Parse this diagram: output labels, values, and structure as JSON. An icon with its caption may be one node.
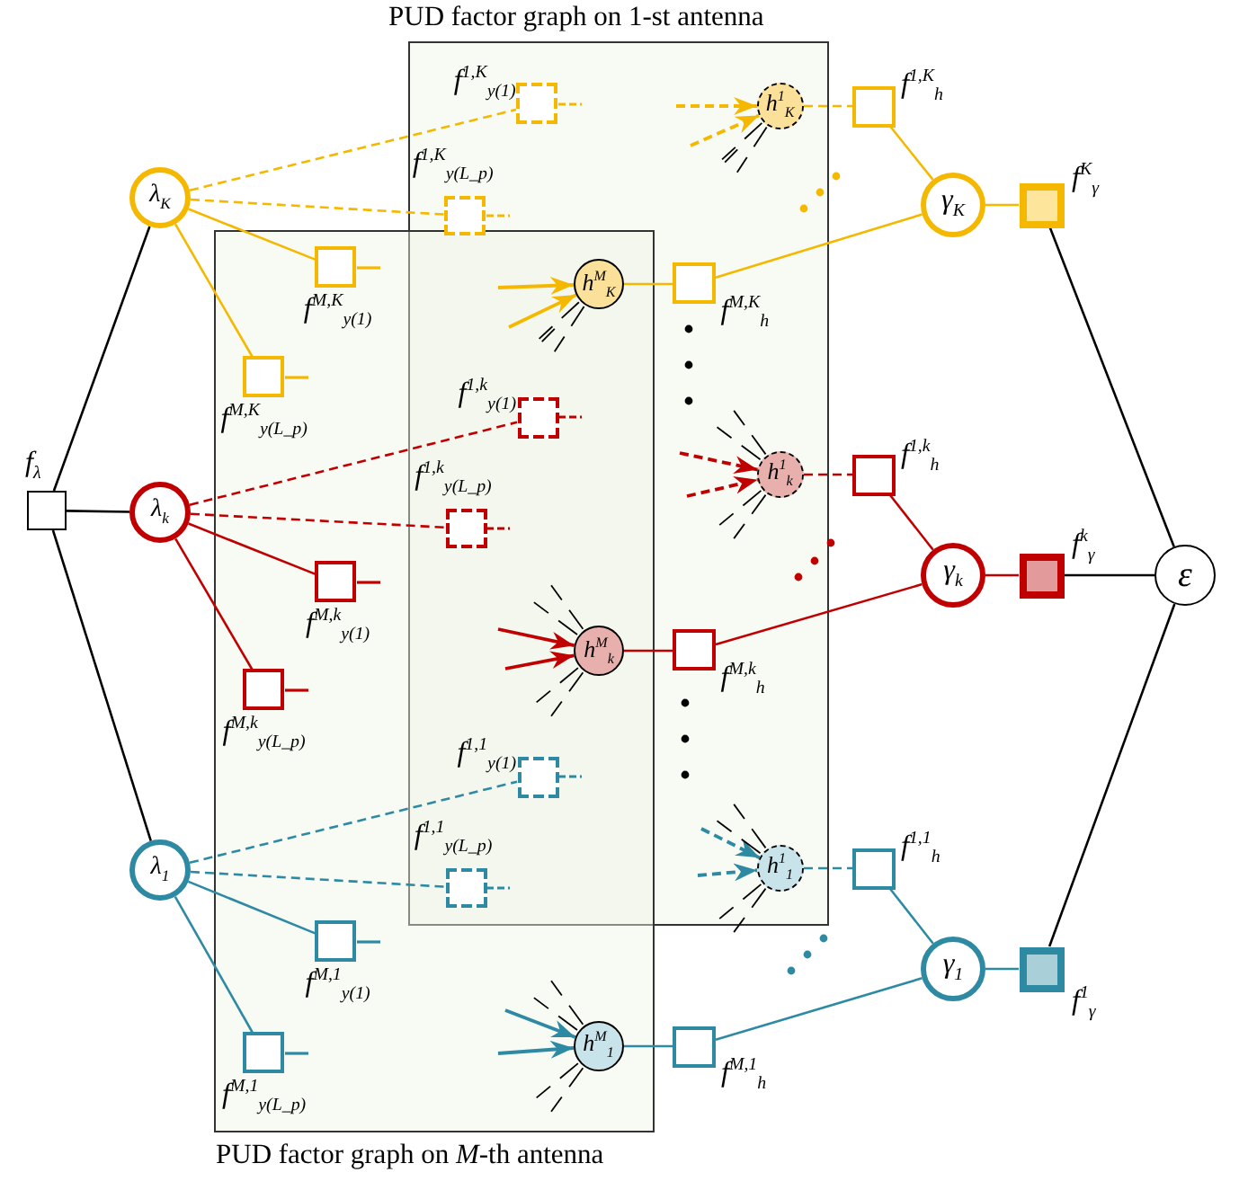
{
  "diagram": {
    "nodes": [
      {
        "text": [
          "PUD factor graph on 1-st antenna"
        ]
      },
      {
        "text": [
          "PUD factor graph on *M*-th antenna"
        ]
      },
      {
        "text": [],
        "shape": "box",
        "beside": [
          "*f*$_{λ}$"
        ]
      },
      {
        "text": [
          "*λ*$_{K}$"
        ]
      },
      {
        "text": [
          "*λ*$_{k}$"
        ]
      },
      {
        "text": [
          "*λ*$_{1}$"
        ]
      },
      {
        "text": [],
        "shape": "box",
        "beside": [
          "*f*$^{1,K}$$_{y(1)}$"
        ],
        "in": 0
      },
      {
        "text": [],
        "shape": "box",
        "beside": [
          "*f*$^{1,K}$$_{y(L_p)}$"
        ],
        "in": 0
      },
      {
        "text": [],
        "shape": "box",
        "beside": [
          "*f*$^{M,K}$$_{y(1)}$"
        ],
        "in": 1
      },
      {
        "text": [],
        "shape": "box",
        "beside": [
          "*f*$^{M,K}$$_{y(L_p)}$"
        ],
        "in": 1
      },
      {
        "text": [],
        "shape": "box",
        "beside": [
          "*f*$^{1,k}$$_{y(1)}$"
        ]
      },
      {
        "text": [],
        "shape": "box",
        "beside": [
          "*f*$^{1,k}$$_{y(L_p)}$"
        ]
      },
      {
        "text": [],
        "shape": "box",
        "beside": [
          "*f*$^{M,k}$$_{y(1)}$"
        ],
        "in": 1
      },
      {
        "text": [],
        "shape": "box",
        "beside": [
          "*f*$^{M,k}$$_{y(L_p)}$"
        ],
        "in": 1
      },
      {
        "text": [],
        "shape": "box",
        "beside": [
          "*f*$^{1,1}$$_{y(1)}$"
        ]
      },
      {
        "text": [],
        "shape": "box",
        "beside": [
          "*f*$^{1,1}$$_{y(L_p)}$"
        ]
      },
      {
        "text": [],
        "shape": "box",
        "beside": [
          "*f*$^{M,1}$$_{y(1)}$"
        ],
        "in": 1
      },
      {
        "text": [],
        "shape": "box",
        "beside": [
          "*f*$^{M,1}$$_{y(L_p)}$"
        ],
        "in": 1
      },
      {
        "text": [
          "*h*$^{1}$$_{K}$"
        ],
        "in": 0
      },
      {
        "text": [
          "*h*$^{M}$$_{K}$"
        ]
      },
      {
        "text": [
          "*h*$^{1}$$_{k}$"
        ],
        "in": 0
      },
      {
        "text": [
          "*h*$^{M}$$_{k}$"
        ]
      },
      {
        "text": [
          "*h*$^{1}$$_{1}$"
        ],
        "in": 0
      },
      {
        "text": [
          "*h*$^{M}$$_{1}$"
        ],
        "in": 1
      },
      {
        "text": [],
        "shape": "box",
        "beside": [
          "*f*$^{1,K}$$_{h}$"
        ]
      },
      {
        "text": [],
        "shape": "box",
        "beside": [
          "*f*$^{M,K}$$_{h}$"
        ],
        "in": 0
      },
      {
        "text": [],
        "shape": "box",
        "beside": [
          "*f*$^{1,k}$$_{h}$"
        ]
      },
      {
        "text": [],
        "shape": "box",
        "beside": [
          "*f*$^{M,k}$$_{h}$"
        ],
        "in": 0
      },
      {
        "text": [],
        "shape": "box",
        "beside": [
          "*f*$^{1,1}$$_{h}$"
        ]
      },
      {
        "text": [],
        "shape": "box",
        "beside": [
          "*f*$^{M,1}$$_{h}$"
        ]
      },
      {
        "text": [
          "*γ*$_{K}$"
        ]
      },
      {
        "text": [
          "*γ*$_{k}$"
        ]
      },
      {
        "text": [
          "*γ*$_{1}$"
        ]
      },
      {
        "text": [],
        "shape": "box",
        "beside": [
          "*f*$^{K}$$_{γ}$"
        ]
      },
      {
        "text": [],
        "shape": "box",
        "beside": [
          "*f*$^{k}$$_{γ}$"
        ]
      },
      {
        "text": [],
        "shape": "box",
        "beside": [
          "*f*$^{1}$$_{γ}$"
        ]
      },
      {
        "text": [
          "*ε*"
        ]
      }
    ],
    "edges": [
      {
        "from": 2,
        "to": 3,
        "arrow": "none",
        "color": "#000000"
      },
      {
        "from": 2,
        "to": 4,
        "arrow": "none",
        "color": "#000000"
      },
      {
        "from": 2,
        "to": 5,
        "arrow": "none",
        "color": "#000000"
      },
      {
        "from": 3,
        "to": 6,
        "arrow": "none",
        "style": "dashed",
        "color": "#f5b800"
      },
      {
        "from": 3,
        "to": 7,
        "arrow": "none",
        "style": "dashed",
        "color": "#f5b800"
      },
      {
        "from": 3,
        "to": 8,
        "arrow": "none",
        "color": "#f5b800"
      },
      {
        "from": 3,
        "to": 9,
        "arrow": "none",
        "color": "#f5b800"
      },
      {
        "from": 4,
        "to": 10,
        "arrow": "none",
        "style": "dashed",
        "color": "#c00000"
      },
      {
        "from": 4,
        "to": 11,
        "arrow": "none",
        "style": "dashed",
        "color": "#c00000"
      },
      {
        "from": 4,
        "to": 12,
        "arrow": "none",
        "color": "#c00000"
      },
      {
        "from": 4,
        "to": 13,
        "arrow": "none",
        "color": "#c00000"
      },
      {
        "from": 5,
        "to": 14,
        "arrow": "none",
        "style": "dashed",
        "color": "#2e8aa3"
      },
      {
        "from": 5,
        "to": 15,
        "arrow": "none",
        "style": "dashed",
        "color": "#2e8aa3"
      },
      {
        "from": 5,
        "to": 16,
        "arrow": "none",
        "color": "#2e8aa3"
      },
      {
        "from": 5,
        "to": 17,
        "arrow": "none",
        "color": "#2e8aa3"
      },
      {
        "from": null,
        "to": 18,
        "arrow": "to",
        "style": "dashed",
        "color": "#f5b800"
      },
      {
        "from": null,
        "to": 18,
        "arrow": "to",
        "style": "dashed",
        "color": "#f5b800"
      },
      {
        "from": null,
        "to": 19,
        "arrow": "to",
        "color": "#f5b800"
      },
      {
        "from": null,
        "to": 19,
        "arrow": "to",
        "color": "#f5b800"
      },
      {
        "from": null,
        "to": 20,
        "arrow": "to",
        "style": "dashed",
        "color": "#c00000"
      },
      {
        "from": null,
        "to": 20,
        "arrow": "to",
        "style": "dashed",
        "color": "#c00000"
      },
      {
        "from": null,
        "to": 21,
        "arrow": "to",
        "color": "#c00000"
      },
      {
        "from": null,
        "to": 21,
        "arrow": "to",
        "color": "#c00000"
      },
      {
        "from": null,
        "to": 22,
        "arrow": "to",
        "style": "dashed",
        "color": "#2e8aa3"
      },
      {
        "from": null,
        "to": 22,
        "arrow": "to",
        "style": "dashed",
        "color": "#2e8aa3"
      },
      {
        "from": null,
        "to": 23,
        "arrow": "to",
        "color": "#2e8aa3"
      },
      {
        "from": null,
        "to": 23,
        "arrow": "to",
        "color": "#2e8aa3"
      },
      {
        "from": 18,
        "to": 24,
        "arrow": "none",
        "style": "dashed",
        "color": "#f5b800"
      },
      {
        "from": 19,
        "to": 25,
        "arrow": "none",
        "color": "#f5b800"
      },
      {
        "from": 20,
        "to": 26,
        "arrow": "none",
        "style": "dashed",
        "color": "#c00000"
      },
      {
        "from": 21,
        "to": 27,
        "arrow": "none",
        "color": "#c00000"
      },
      {
        "from": 22,
        "to": 28,
        "arrow": "none",
        "style": "dashed",
        "color": "#2e8aa3"
      },
      {
        "from": 23,
        "to": 29,
        "arrow": "none",
        "color": "#2e8aa3"
      },
      {
        "from": 24,
        "to": 30,
        "arrow": "none",
        "color": "#f5b800"
      },
      {
        "from": 25,
        "to": 30,
        "arrow": "none",
        "color": "#f5b800"
      },
      {
        "from": 26,
        "to": 31,
        "arrow": "none",
        "color": "#c00000"
      },
      {
        "from": 27,
        "to": 31,
        "arrow": "none",
        "color": "#c00000"
      },
      {
        "from": 28,
        "to": 32,
        "arrow": "none",
        "color": "#2e8aa3"
      },
      {
        "from": 29,
        "to": 32,
        "arrow": "none",
        "color": "#2e8aa3"
      },
      {
        "from": 30,
        "to": 33,
        "arrow": "none",
        "color": "#f5b800"
      },
      {
        "from": 31,
        "to": 34,
        "arrow": "none",
        "color": "#c00000"
      },
      {
        "from": 32,
        "to": 35,
        "arrow": "none",
        "color": "#2e8aa3"
      },
      {
        "from": 33,
        "to": 36,
        "arrow": "none",
        "color": "#000000"
      },
      {
        "from": 34,
        "to": 36,
        "arrow": "none",
        "color": "#000000"
      },
      {
        "from": 35,
        "to": 36,
        "arrow": "none",
        "color": "#000000"
      }
    ]
  }
}
